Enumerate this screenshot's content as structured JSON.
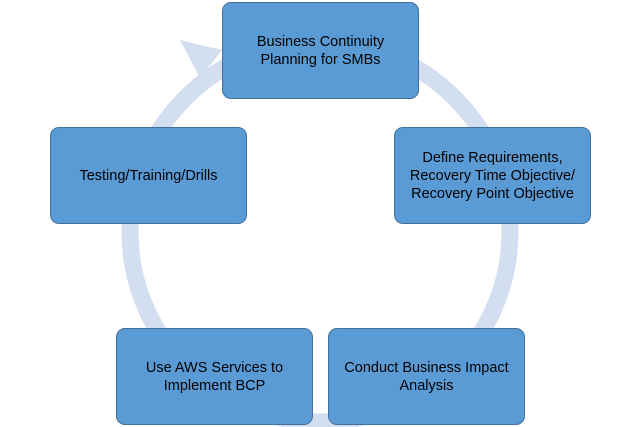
{
  "diagram": {
    "type": "cycle",
    "colors": {
      "node_fill": "#5b9bd5",
      "node_border": "#41719c",
      "ring": "#d3dff0",
      "text": "#000000"
    },
    "nodes": [
      {
        "lines": [
          "Business Continuity",
          "Planning for SMBs"
        ]
      },
      {
        "lines": [
          "Define Requirements,",
          "Recovery Time Objective/",
          "Recovery Point Objective"
        ]
      },
      {
        "lines": [
          "Conduct Business Impact",
          "Analysis"
        ]
      },
      {
        "lines": [
          "Use AWS Services to",
          "Implement BCP"
        ]
      },
      {
        "lines": [
          "Testing/Training/Drills"
        ]
      }
    ]
  }
}
